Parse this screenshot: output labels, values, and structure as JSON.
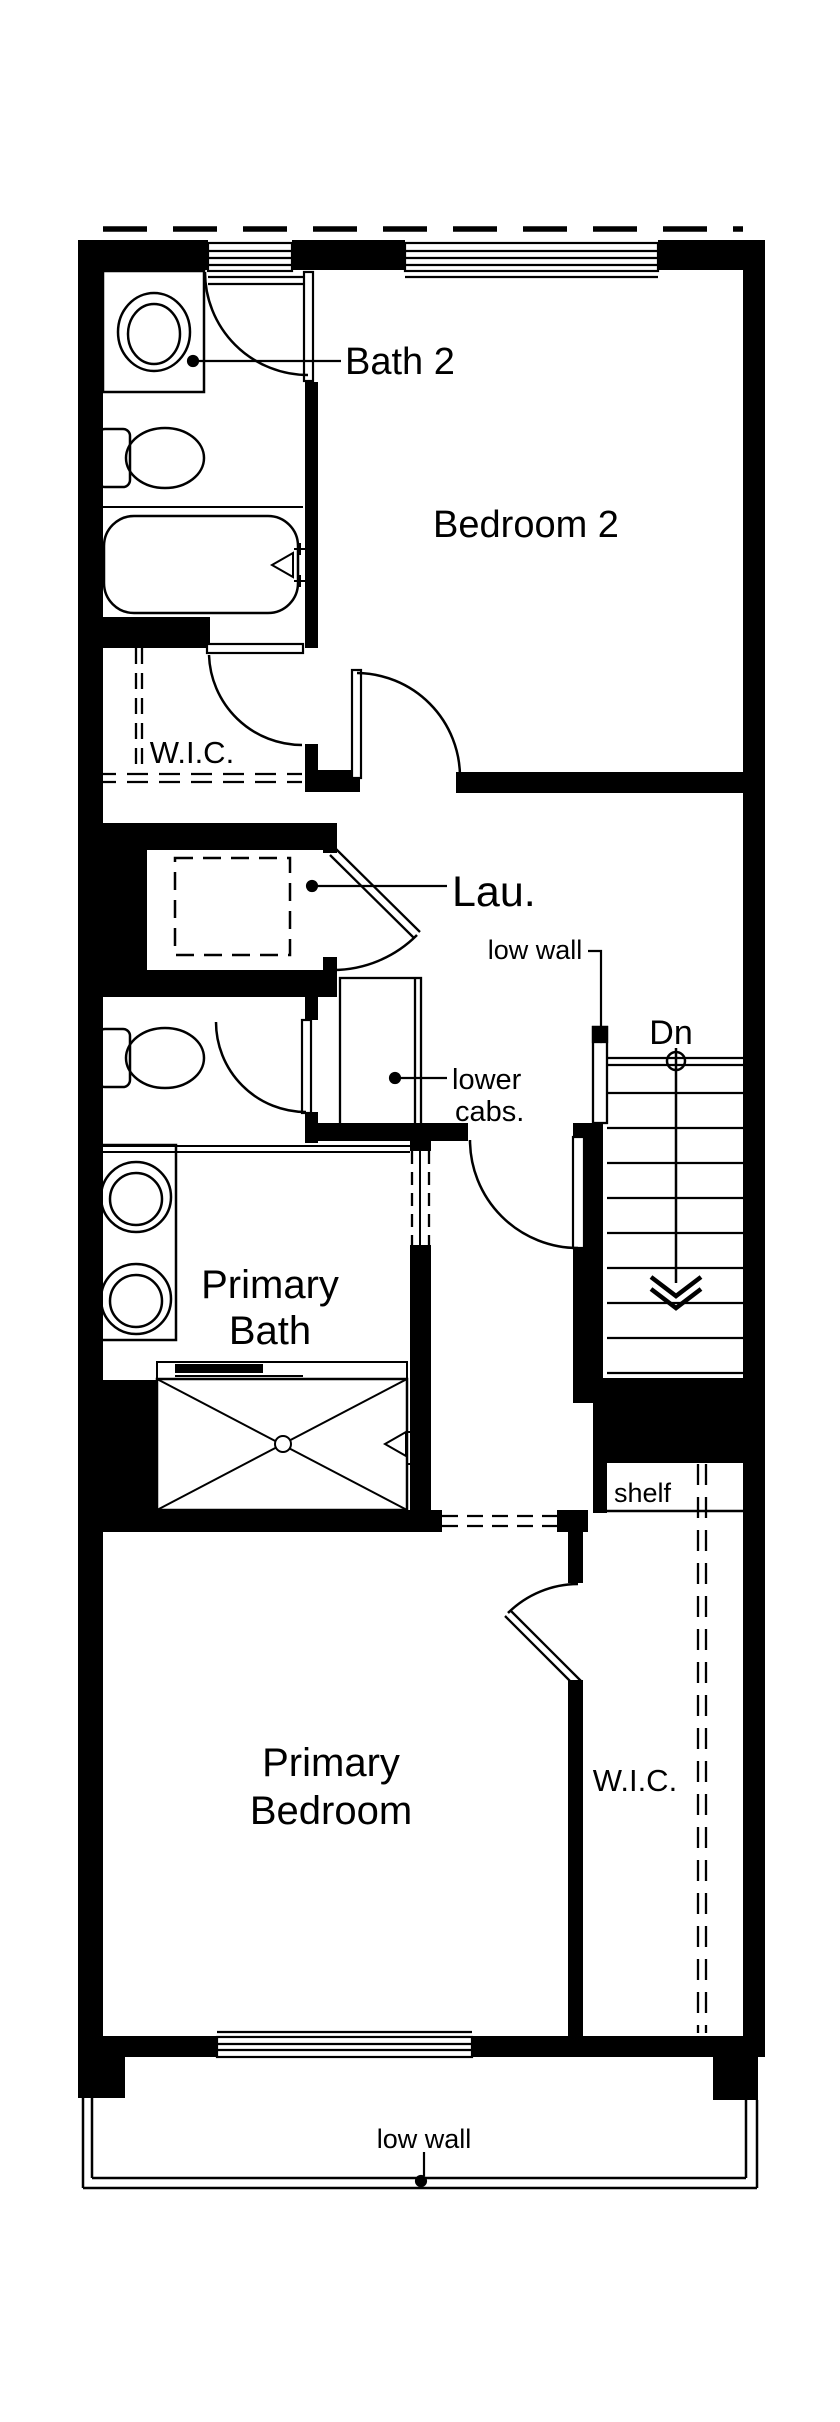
{
  "page": {
    "background_color": "#ffffff",
    "ink_color": "#000000",
    "type": "floor-plan"
  },
  "rooms": {
    "bath2": {
      "label": "Bath 2"
    },
    "bedroom2": {
      "label": "Bedroom 2"
    },
    "wic_upper": {
      "label": "W.I.C."
    },
    "laundry": {
      "label": "Lau."
    },
    "primary_bath": {
      "line1": "Primary",
      "line2": "Bath"
    },
    "primary_bedroom": {
      "line1": "Primary",
      "line2": "Bedroom"
    },
    "wic_primary": {
      "label": "W.I.C."
    }
  },
  "annotations": {
    "stairs_low_wall": {
      "label": "low wall"
    },
    "stairs_down": {
      "label": "Dn"
    },
    "lower_cabs": {
      "line1": "lower",
      "line2": "cabs."
    },
    "shelf": {
      "label": "shelf"
    },
    "deck_low_wall": {
      "label": "low wall"
    }
  }
}
